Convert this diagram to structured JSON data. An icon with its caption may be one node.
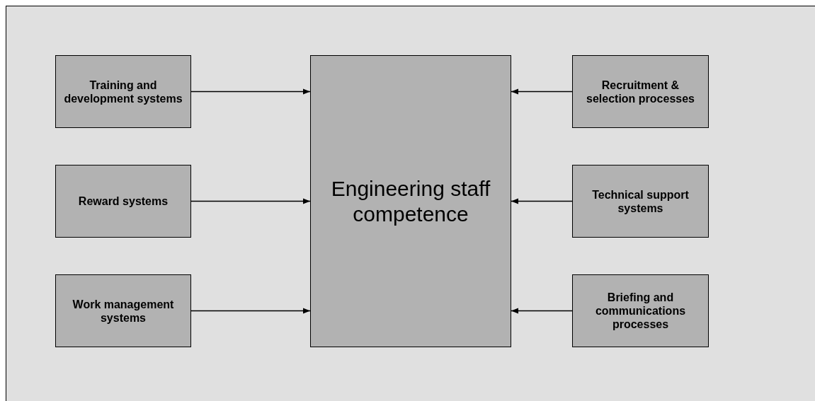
{
  "diagram": {
    "nodes": [
      {
        "text": [
          "Training and development systems"
        ]
      },
      {
        "text": [
          "Reward systems"
        ]
      },
      {
        "text": [
          "Work management systems"
        ]
      },
      {
        "text": [
          "Engineering staff competence"
        ]
      },
      {
        "text": [
          "Recruitment & selection processes"
        ]
      },
      {
        "text": [
          "Technical support systems"
        ]
      },
      {
        "text": [
          "Briefing and communications processes"
        ]
      }
    ],
    "edges": [
      {
        "from": 0,
        "to": 3,
        "arrow": "to"
      },
      {
        "from": 1,
        "to": 3,
        "arrow": "to"
      },
      {
        "from": 2,
        "to": 3,
        "arrow": "to"
      },
      {
        "from": 4,
        "to": 3,
        "arrow": "to"
      },
      {
        "from": 5,
        "to": 3,
        "arrow": "to"
      },
      {
        "from": 6,
        "to": 3,
        "arrow": "to"
      }
    ]
  }
}
